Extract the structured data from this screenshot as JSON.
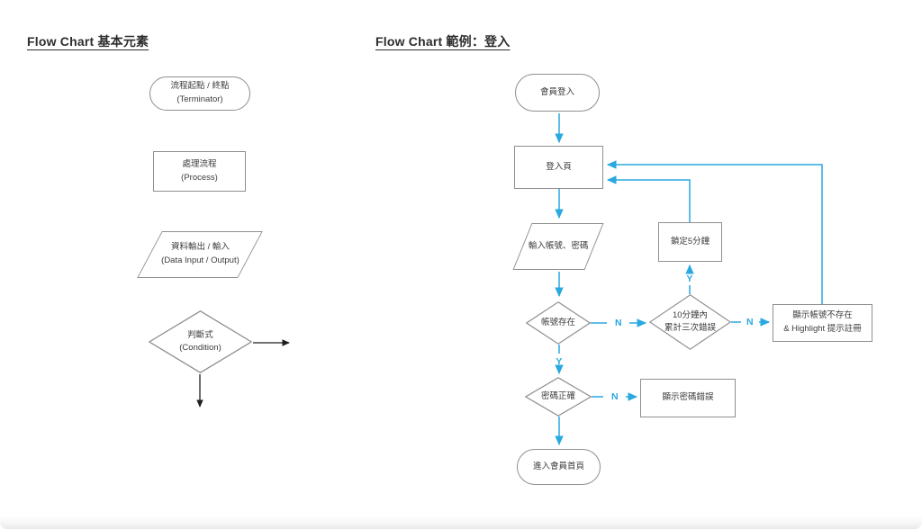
{
  "colors": {
    "accent": "#29a9e0",
    "shape_border": "#8f8f8f",
    "text": "#3c3c3c"
  },
  "left_chart": {
    "title": "Flow Chart 基本元素",
    "terminator": {
      "title": "流程起點 / 終點",
      "subtitle": "(Terminator)"
    },
    "process": {
      "title": "處理流程",
      "subtitle": "(Process)"
    },
    "data_io": {
      "title": "資料輸出 / 輸入",
      "subtitle": "(Data Input / Output)"
    },
    "condition": {
      "title": "判斷式",
      "subtitle": "(Condition)"
    }
  },
  "right_chart": {
    "title": "Flow Chart 範例：登入",
    "nodes": {
      "start": "會員登入",
      "login_page": "登入頁",
      "input_credentials": "輸入帳號、密碼",
      "account_exists": "帳號存在",
      "three_failures_line1": "10分鐘內",
      "three_failures_line2": "累計三次錯誤",
      "lock_5min": "鎖定5分鐘",
      "account_not_exist_line1": "顯示帳號不存在",
      "account_not_exist_line2": "& Highlight 提示註冊",
      "password_correct": "密碼正確",
      "password_error": "顯示密碼錯誤",
      "end": "進入會員首頁"
    },
    "edge_labels": {
      "yes": "Y",
      "no": "N"
    }
  }
}
